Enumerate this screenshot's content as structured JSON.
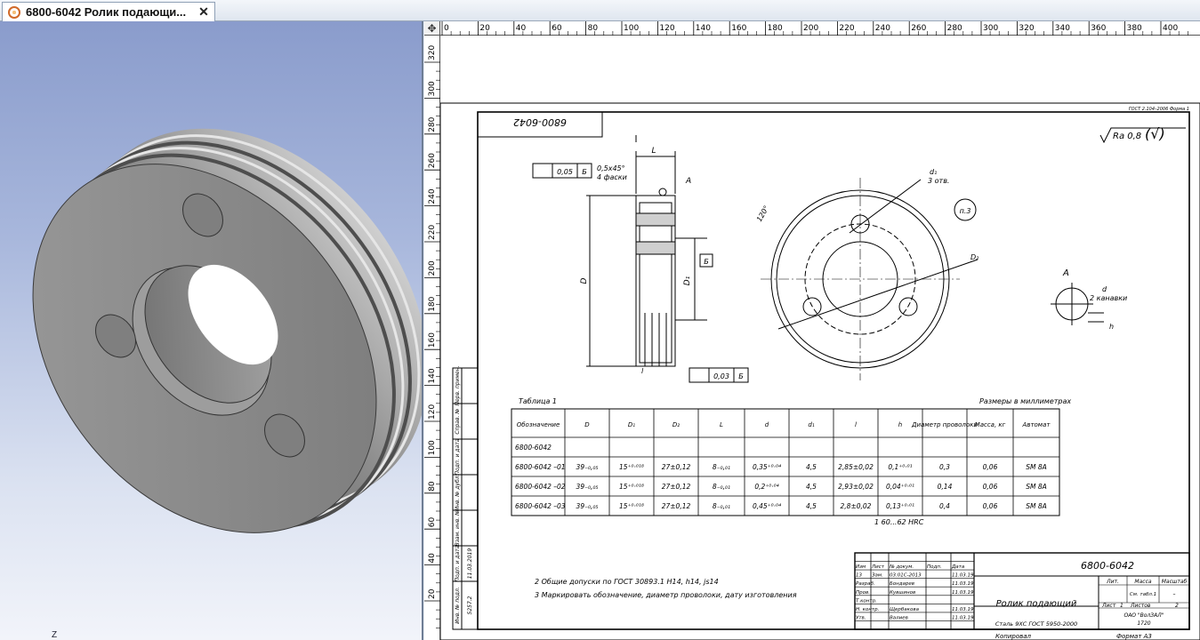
{
  "tab": {
    "title": "6800-6042  Ролик подающи...",
    "close": "✕"
  },
  "view3d": {
    "axis_label": "Z"
  },
  "ruler": {
    "h_ticks": [
      "0",
      "20",
      "40",
      "60",
      "80",
      "100",
      "120",
      "140",
      "160",
      "180",
      "200",
      "220",
      "240",
      "260",
      "280",
      "300",
      "320",
      "340",
      "360",
      "380",
      "400"
    ],
    "v_ticks": [
      "320",
      "300",
      "280",
      "260",
      "240",
      "220",
      "200",
      "180",
      "160",
      "140",
      "120",
      "100",
      "80",
      "60",
      "40",
      "20"
    ]
  },
  "drawing": {
    "format_note": "ГОСТ 2.104–2006 Форма 1",
    "stamp_mirror": "6800-6042",
    "roughness": "Ra 0,8",
    "chamfer": "0,5х45°",
    "chamfer_note": "4 фаски",
    "runout_1": "0,05",
    "runout_2": "0,03",
    "base_b": "Б",
    "base_a": "А",
    "dim_l": "L",
    "dim_D": "D",
    "dim_D1": "D₁",
    "dim_D2": "D₂",
    "dim_d1": "d₁",
    "holes": "3 отв.",
    "note_p3": "п.3",
    "angle": "120°",
    "detail_a": "А",
    "detail_d": "d",
    "detail_grooves": "2 канавки",
    "detail_h": "h",
    "dim_l_small": "l"
  },
  "table": {
    "caption": "Таблица 1",
    "units": "Размеры в миллиметрах",
    "headers": [
      "Обозначение",
      "D",
      "D₁",
      "D₂",
      "L",
      "d",
      "d₁",
      "l",
      "h",
      "Диаметр проволоки",
      "Масса, кг",
      "Автомат"
    ],
    "rows": [
      [
        "6800-6042",
        "",
        "",
        "",
        "",
        "",
        "",
        "",
        "",
        "",
        "",
        ""
      ],
      [
        "6800-6042 –01",
        "39₋₀,₀₅",
        "15⁺⁰·⁰¹⁸",
        "27±0,12",
        "8₋₀,₀₁",
        "0,35⁺⁰·⁰⁴",
        "4,5",
        "2,85±0,02",
        "0,1⁺⁰·⁰¹",
        "0,3",
        "0,06",
        "SM 8A"
      ],
      [
        "6800-6042 –02",
        "39₋₀,₀₅",
        "15⁺⁰·⁰¹⁸",
        "27±0,12",
        "8₋₀,₀₁",
        "0,2⁺⁰·⁰⁴",
        "4,5",
        "2,93±0,02",
        "0,04⁺⁰·⁰¹",
        "0,14",
        "0,06",
        "SM 8A"
      ],
      [
        "6800-6042 –03",
        "39₋₀,₀₅",
        "15⁺⁰·⁰¹⁸",
        "27±0,12",
        "8₋₀,₀₁",
        "0,45⁺⁰·⁰⁴",
        "4,5",
        "2,8±0,02",
        "0,13⁺⁰·⁰¹",
        "0,4",
        "0,06",
        "SM 8A"
      ]
    ]
  },
  "notes": [
    "1  60...62 HRC",
    "2  Общие допуски по ГОСТ 30893.1 H14, h14, js14",
    "3  Маркировать обозначение, диаметр проволоки, дату изготовления"
  ],
  "sidebar_cells": [
    "Перв. примен.",
    "Справ. №",
    "Подп. и дата",
    "Инв. № дубл.",
    "Взам. инв. №",
    "Подп. и дата",
    "Инв. № подл."
  ],
  "sidebar_values": [
    "11.03.2019",
    "5257.2"
  ],
  "title_block": {
    "designation": "6800-6042",
    "name": "Ролик подающий",
    "material": "Сталь 9ХС ГОСТ 5950-2000",
    "lit_label": "Лит.",
    "mass_label": "Масса",
    "scale_label": "Масштаб",
    "mass_value": "См. табл.1",
    "scale_value": "–",
    "sheet_label": "Лист",
    "sheet_value": "1",
    "sheets_label": "Листов",
    "sheets_value": "2",
    "company": "ОАО \"ВолЗАЛ\"",
    "company_code": "1720",
    "copied": "Копировал",
    "format": "Формат  А3",
    "rows": [
      [
        "Изм",
        "Лист",
        "№ докум.",
        "Подп.",
        "Дата"
      ],
      [
        "13",
        "Зам.",
        "03.01С-2013",
        "",
        "11.03.19"
      ],
      [
        "Разраб.",
        "Бондарев",
        "",
        "11.03.19"
      ],
      [
        "Пров.",
        "Кувшинов",
        "",
        "11.03.19"
      ],
      [
        "Т.контр.",
        "",
        "",
        ""
      ],
      [
        "Н. контр.",
        "Щербакова",
        "",
        "11.03.19"
      ],
      [
        "Утв.",
        "Валиев",
        "",
        "11.03.19"
      ]
    ]
  }
}
